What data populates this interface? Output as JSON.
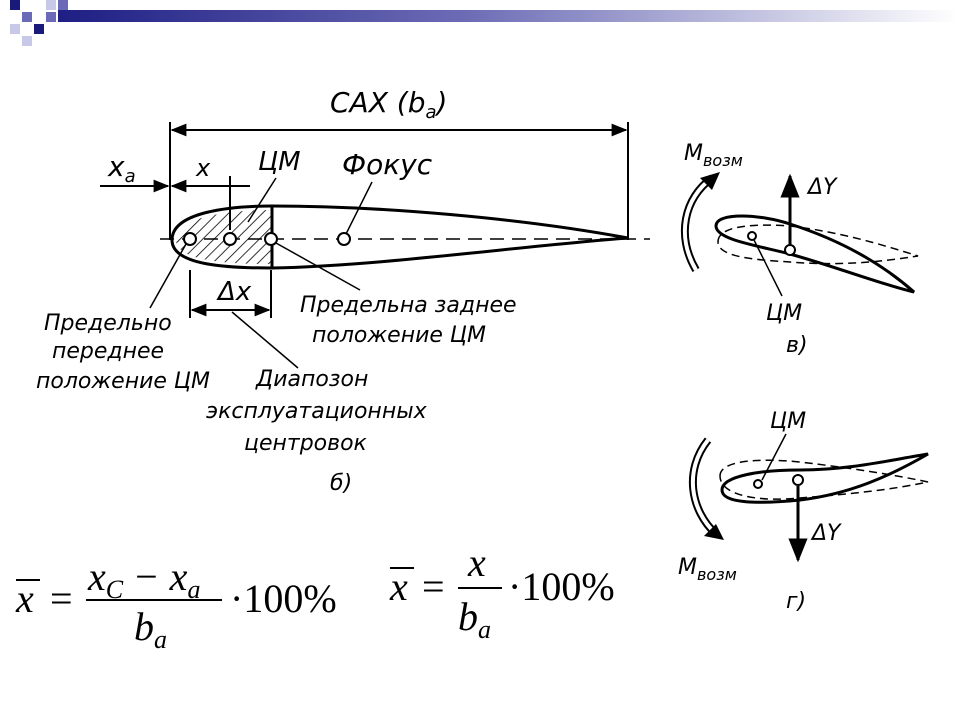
{
  "diagram": {
    "cax_label": "САХ (b",
    "cax_sub": "a",
    "cax_close": ")",
    "xa_label": "x",
    "xa_sub": "a",
    "x_label": "x",
    "cm_label": "ЦМ",
    "focus_label": "Фокус",
    "dx_label": "Δx",
    "front_limit": [
      "Предельно",
      "переднее",
      "положение ЦМ"
    ],
    "rear_limit": [
      "Предельна заднее",
      "положение ЦМ"
    ],
    "range_label": [
      "Диапозон",
      "эксплуатационных",
      "центровок"
    ],
    "fig_b": "б)",
    "fig_v": "в)",
    "fig_g": "г)",
    "m_top": "M",
    "m_top_sub": "возм",
    "m_bottom": "M",
    "m_bottom_sub": "возм",
    "dy_top": "ΔY",
    "dy_bottom": "ΔY",
    "cm_v": "ЦМ",
    "cm_g": "ЦМ"
  },
  "formulas": {
    "f1": {
      "lhs": "x",
      "eq": "=",
      "num_a": "x",
      "num_a_sub": "C",
      "minus": "−",
      "num_b": "x",
      "num_b_sub": "a",
      "den": "b",
      "den_sub": "a",
      "rest": "·100%"
    },
    "f2": {
      "lhs": "x",
      "eq": "=",
      "num": "x",
      "den": "b",
      "den_sub": "a",
      "rest": "·100%"
    }
  },
  "colors": {
    "corner_dark": "#1a1a7a",
    "corner_mid": "#6a6ab8",
    "corner_light": "#c8c8e8",
    "bar_start": "#1e1e84",
    "bar_end": "#ffffff"
  }
}
